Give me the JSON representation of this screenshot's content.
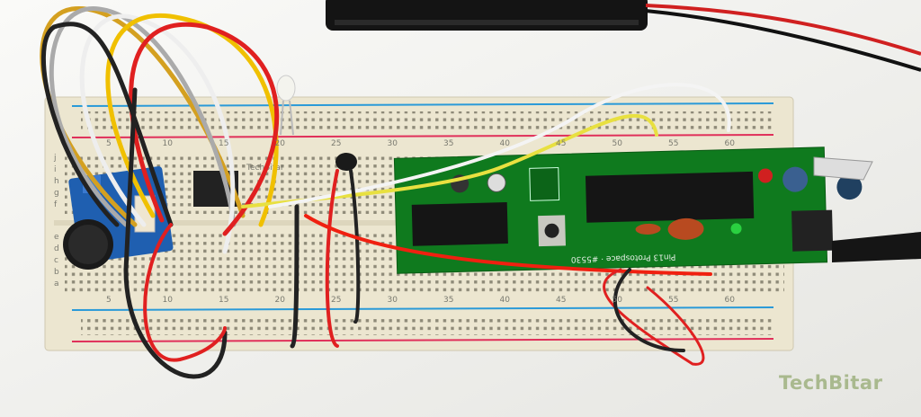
{
  "watermark": "TechBitar",
  "board_label": "TechBitar",
  "pcb_silkscreen": "Pin13 Protospace · #5530",
  "breadboard": {
    "column_numbers": [
      "5",
      "10",
      "15",
      "20",
      "25",
      "30",
      "35",
      "40",
      "45",
      "50",
      "55",
      "60"
    ],
    "row_letters_top": [
      "j",
      "i",
      "h",
      "g",
      "f"
    ],
    "row_letters_bottom": [
      "e",
      "d",
      "c",
      "b",
      "a"
    ]
  },
  "colors": {
    "breadboard": "#ece6d0",
    "pcb": "#0f7a1e",
    "rail_red": "#e0305a",
    "rail_blue": "#2a9ad8"
  }
}
